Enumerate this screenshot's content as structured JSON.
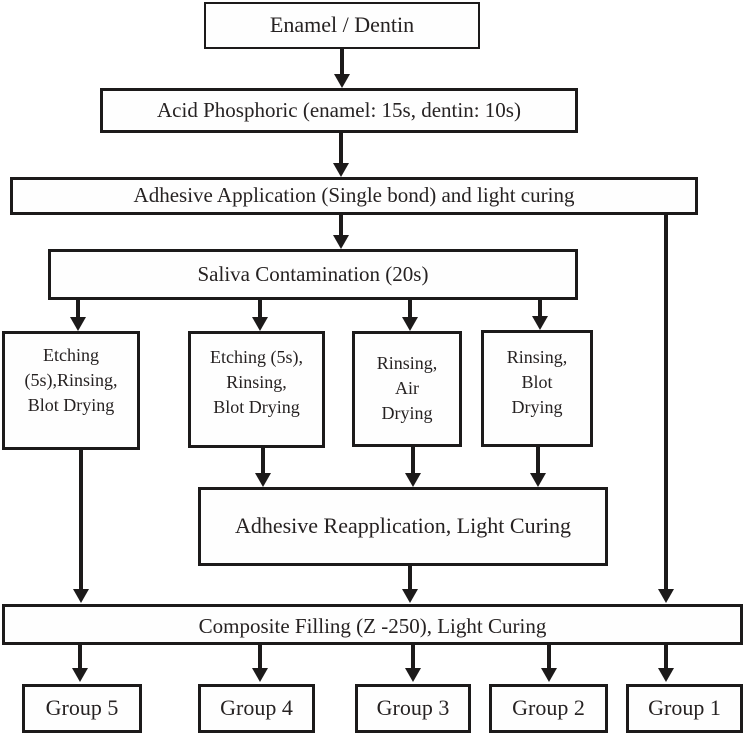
{
  "colors": {
    "ink": "#1c1a1a",
    "background": "#ffffff"
  },
  "diagram": {
    "title": "Dental bonding / saliva contamination study protocol flowchart",
    "nodes": {
      "enamel_dentin": "Enamel / Dentin",
      "acid_phosphoric": "Acid Phosphoric (enamel: 15s, dentin: 10s)",
      "adhesive_application": "Adhesive Application (Single bond) and light curing",
      "saliva_contamination": "Saliva Contamination (20s)",
      "branch_etching_rinsing_blot": "Etching\n(5s),Rinsing,\nBlot Drying",
      "branch_etching5s_rinsing_blot": "Etching (5s),\nRinsing,\nBlot Drying",
      "branch_rinsing_air_drying": "Rinsing,\nAir\nDrying",
      "branch_rinsing_blot_drying": "Rinsing,\nBlot\nDrying",
      "adhesive_reapplication": "Adhesive Reapplication, Light Curing",
      "composite_filling": "Composite Filling (Z -250), Light Curing",
      "group5": "Group 5",
      "group4": "Group 4",
      "group3": "Group 3",
      "group2": "Group 2",
      "group1": "Group 1"
    }
  }
}
